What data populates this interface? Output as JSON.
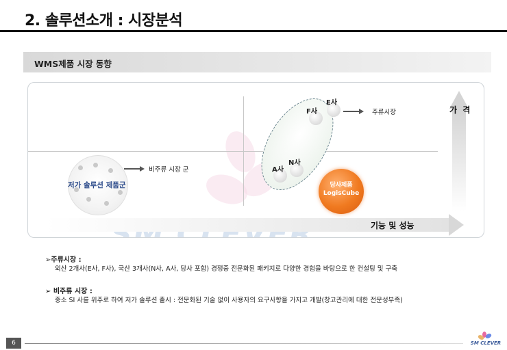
{
  "header": {
    "title_prefix": "2. 솔루션소개 : ",
    "title_suffix": "시장분석"
  },
  "section": {
    "title": "WMS제품 시장 동향"
  },
  "diagram": {
    "y_axis_label": "가 격",
    "x_axis_label": "기능 및 성능",
    "watermark": "SM CLEVER",
    "companies": {
      "e": "E사",
      "f": "F사",
      "n": "N사",
      "a": "A사"
    },
    "mainstream_label": "주류시장",
    "non_mainstream_label": "비주류 시장 군",
    "low_cost_label": "저가 솔루션 제품군",
    "our_product_line1": "당사제품",
    "our_product_line2": "LogisCube"
  },
  "notes": {
    "mainstream_head": "➢주류시장 :",
    "mainstream_body": "외산 2개사(E사, F사), 국산 3개사(N사, A사, 당사 포함) 경쟁중 전문화된 패키지로 다양한 경험을 바탕으로 한 컨설팅 및 구축",
    "non_mainstream_head": "➢ 비주류 시장 :",
    "non_mainstream_body": "중소 SI 사를 위주로 하여 저가 솔루션 출시 : 전문화된 기술 없이 사용자의 요구사항을 가지고 개발(창고관리에 대한 전문성부족)"
  },
  "footer": {
    "page_number": "6",
    "logo_text": "SM CLEVER"
  },
  "colors": {
    "our_product": "#f07a20",
    "watermark": "#d8e3f0",
    "low_cost_label": "#2b4a8a"
  }
}
